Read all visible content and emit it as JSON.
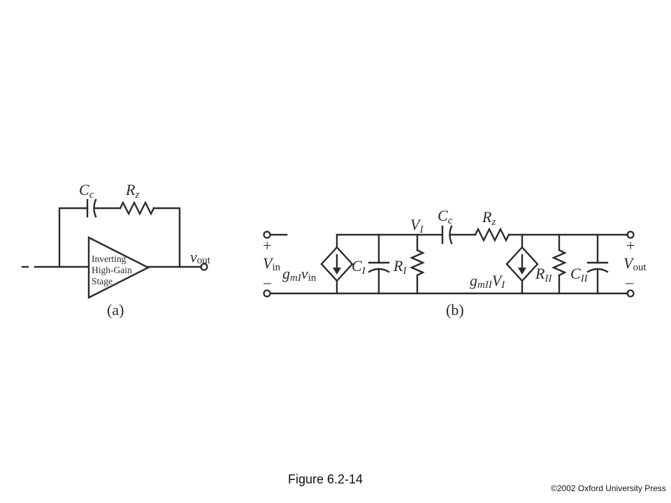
{
  "figure": {
    "caption": "Figure 6.2-14",
    "copyright": "©2002 Oxford University Press"
  },
  "circuit_a": {
    "label": "(a)",
    "amplifier_lines": [
      "Inverting",
      "High-Gain",
      "Stage"
    ],
    "cc": {
      "main": "C",
      "sub": "c"
    },
    "rz": {
      "main": "R",
      "sub": "z"
    },
    "vout": {
      "main": "v",
      "sub": "out"
    }
  },
  "circuit_b": {
    "label": "(b)",
    "vin": {
      "main": "V",
      "sub": "in"
    },
    "vout": {
      "main": "V",
      "sub": "out"
    },
    "plus": "+",
    "minus": "–",
    "gm1": {
      "main": "g",
      "sub": "mI",
      "main2": "v",
      "sub2": "in"
    },
    "c1": {
      "main": "C",
      "sub": "I"
    },
    "r1": {
      "main": "R",
      "sub": "I"
    },
    "v1": {
      "main": "V",
      "sub": "I"
    },
    "cc": {
      "main": "C",
      "sub": "c"
    },
    "rz": {
      "main": "R",
      "sub": "z"
    },
    "gm2": {
      "main": "g",
      "sub": "mII",
      "main2": "V",
      "sub2": "I"
    },
    "r2": {
      "main": "R",
      "sub": "II"
    },
    "c2": {
      "main": "C",
      "sub": "II"
    }
  }
}
